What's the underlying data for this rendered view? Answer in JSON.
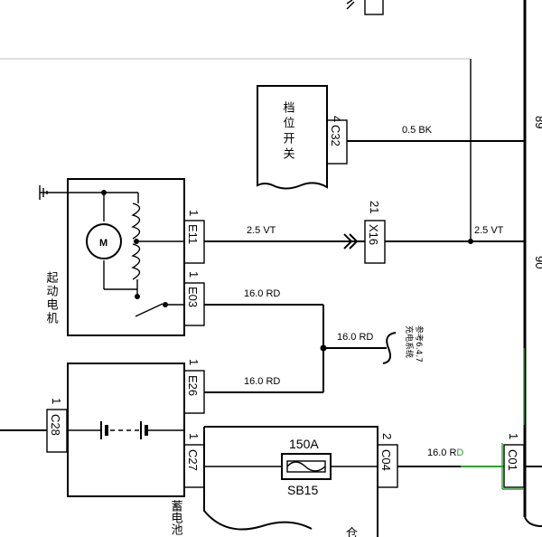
{
  "wires": {
    "bk_label": "0.5 BK",
    "vt_left_label": "2.5 VT",
    "vt_right_label": "2.5 VT",
    "rd_e03_label": "16.0 RD",
    "rd_mid_label": "16.0 RD",
    "rd_e26_label": "16.0 RD",
    "rd_c04_label_a": "16.0 R",
    "rd_c04_label_b": "D"
  },
  "connectors": {
    "c32": {
      "pin": "4",
      "id": "C32"
    },
    "e11": {
      "pin": "1",
      "id": "E11"
    },
    "x16": {
      "pin": "21",
      "id": "X16"
    },
    "e03": {
      "pin": "1",
      "id": "E03"
    },
    "e26": {
      "pin": "1",
      "id": "E26"
    },
    "c28": {
      "pin": "1",
      "id": "C28"
    },
    "c27": {
      "pin": "1",
      "id": "C27"
    },
    "c04": {
      "pin": "2",
      "id": "C04"
    },
    "c01": {
      "pin": "1",
      "id": "C01"
    }
  },
  "components": {
    "gear_switch": "档位开关",
    "starter_motor": "起动电机",
    "motor_symbol": "M",
    "battery_label": "蓄电池",
    "fuse_box_label": "仓",
    "ref_note_line1": "参考6.4.7",
    "ref_note_line2": "充电系统"
  },
  "fuse": {
    "rating": "150A",
    "id": "SB15"
  },
  "bus": {
    "pin_top": "89",
    "pin_bottom": "90"
  },
  "colors": {
    "wire": "#000000",
    "highlight": "#2ca02c"
  }
}
